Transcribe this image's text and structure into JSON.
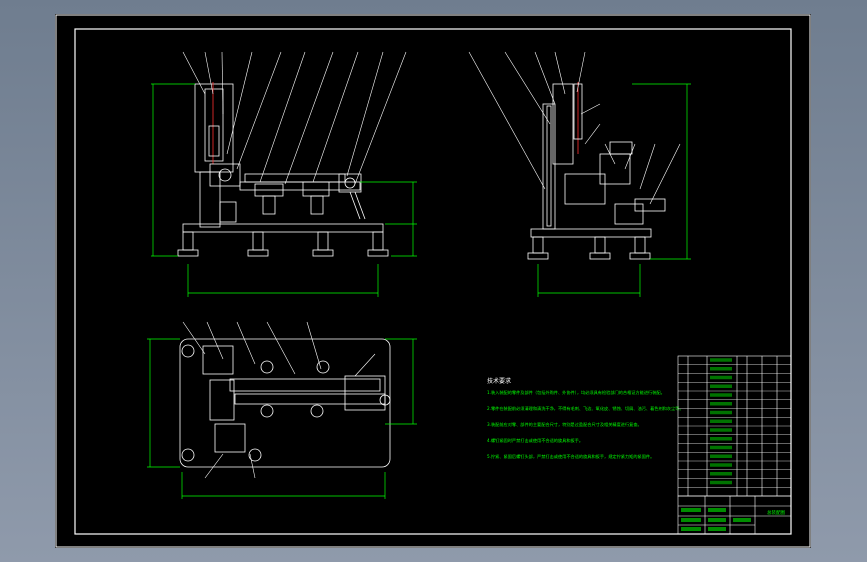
{
  "drawing": {
    "colors": {
      "part": "#ffffff",
      "dimension": "#00ff00",
      "leader": "#ffffff",
      "accent": "#ff3030",
      "sheet_bg": "#000000",
      "viewport_bg": "#7b8798"
    },
    "notes": {
      "heading": "技术要求",
      "items": [
        "1.装入装配的零件及部件（包括外购件、外协件），均必须具有检验部门的合格证方能进行装配。",
        "2.零件在装配前必须清理和清洗干净，不得有毛刺、飞边、氧化皮、锈蚀、切屑、油污、着色剂和灰尘等。",
        "3.装配前应对零、部件的主要配合尺寸，特别是过盈配合尺寸及相关精度进行复查。",
        "4.螺钉紧固时严禁打击或使用不合适的旋具和扳手。",
        "5.拧紧、紧固后螺钉头部，严禁打击或使用不合适的旋具和扳手，规定拧紧力矩的紧固件。"
      ]
    },
    "title_block": {
      "title_cell": "总装配图"
    }
  }
}
